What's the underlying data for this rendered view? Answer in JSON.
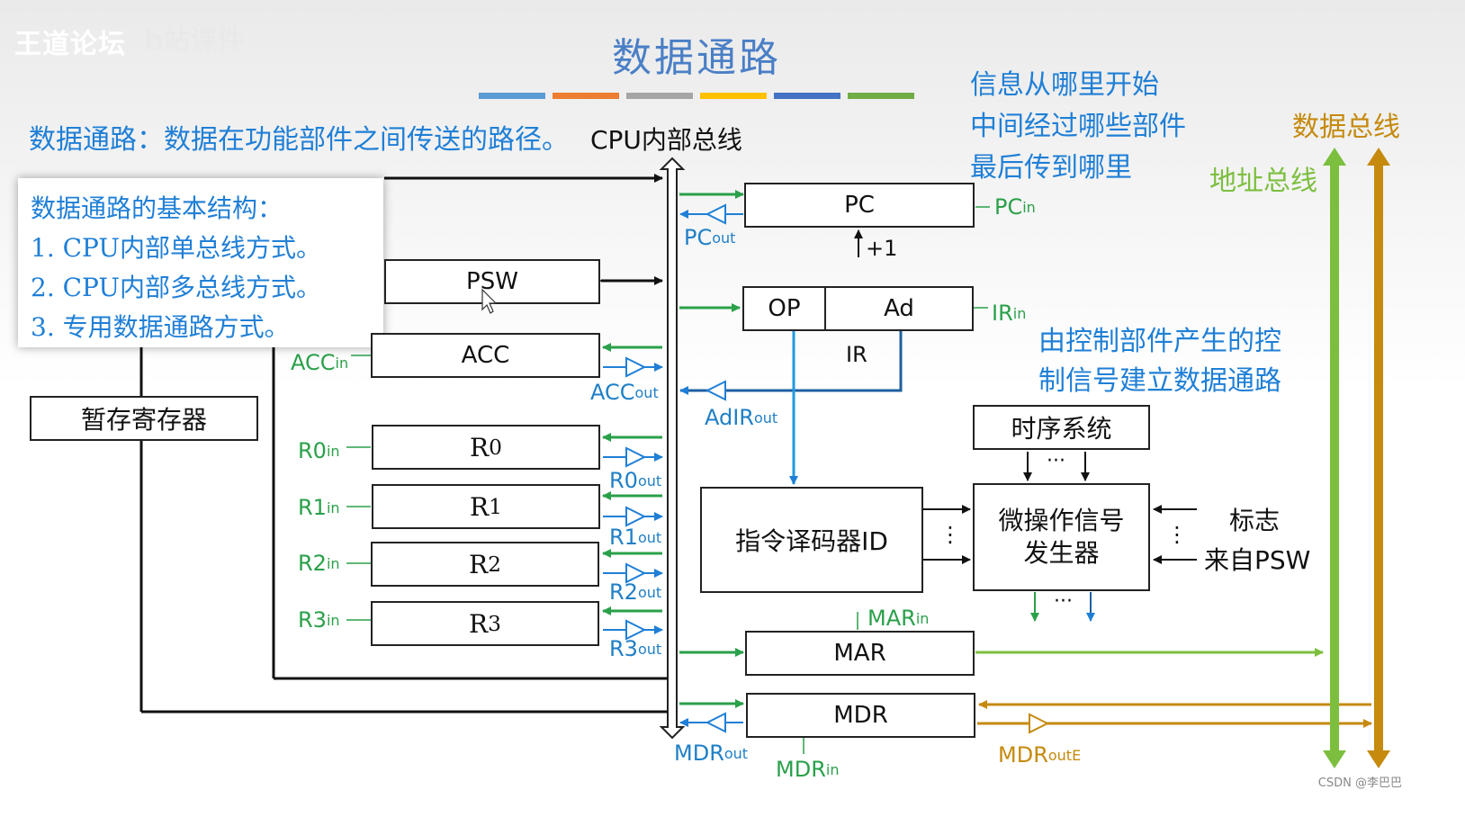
{
  "watermark": {
    "site": "王道论坛",
    "faded": "b站课件"
  },
  "title": "数据通路",
  "title_stripe_colors": [
    "#5b9bd5",
    "#ed7d31",
    "#a5a5a5",
    "#ffc000",
    "#4472c4",
    "#70ad47"
  ],
  "definition": "数据通路：数据在功能部件之间传送的路径。",
  "cpu_bus_label": "CPU内部总线",
  "info_lines": [
    "信息从哪里开始",
    "中间经过哪些部件",
    "最后传到哪里"
  ],
  "data_bus_label": "数据总线",
  "address_bus_label": "地址总线",
  "structure_card": {
    "heading": "数据通路的基本结构：",
    "items": [
      "1.   CPU内部单总线方式。",
      "2.   CPU内部多总线方式。",
      "3.   专用数据通路方式。"
    ]
  },
  "registers": {
    "pc": "PC",
    "psw": "PSW",
    "acc": "ACC",
    "temp": "暂存寄存器",
    "r0": "R",
    "r0_sub": "0",
    "r1": "R",
    "r1_sub": "1",
    "r2": "R",
    "r2_sub": "2",
    "r3": "R",
    "r3_sub": "3",
    "op": "OP",
    "ad": "Ad",
    "ir": "IR",
    "mar": "MAR",
    "mdr": "MDR"
  },
  "units": {
    "decoder": "指令译码器ID",
    "timing": "时序系统",
    "micro_gen_line1": "微操作信号",
    "micro_gen_line2": "发生器"
  },
  "signals": {
    "pc_in": "PC",
    "pc_in_sub": "in",
    "pc_out": "PC",
    "pc_out_sub": "out",
    "plus_one": "+1",
    "ir_in": "IR",
    "ir_in_sub": "in",
    "ad_ir_out": "AdIR",
    "ad_ir_out_sub": "out",
    "acc_in": "ACC",
    "acc_in_sub": "in",
    "acc_out": "ACC",
    "acc_out_sub": "out",
    "r0_in": "R0",
    "r0_in_sub": "in",
    "r0_out": "R0",
    "r0_out_sub": "out",
    "r1_in": "R1",
    "r1_in_sub": "in",
    "r1_out": "R1",
    "r1_out_sub": "out",
    "r2_in": "R2",
    "r2_in_sub": "in",
    "r2_out": "R2",
    "r2_out_sub": "out",
    "r3_in": "R3",
    "r3_in_sub": "in",
    "r3_out": "R3",
    "r3_out_sub": "out",
    "mar_in": "MAR",
    "mar_in_sub": "in",
    "mdr_out": "MDR",
    "mdr_out_sub": "out",
    "mdr_in": "MDR",
    "mdr_in_sub": "in",
    "mdr_out_e": "MDR",
    "mdr_out_e_sub": "outE"
  },
  "control_note": [
    "由控制部件产生的控",
    "制信号建立数据通路"
  ],
  "flag_label": "标志",
  "from_psw": "来自PSW",
  "ellipsis_h": "···",
  "ellipsis_v": "⋮",
  "credit": "CSDN @李巴巴",
  "colors": {
    "green": "#2aa04a",
    "blue": "#1f7fd6",
    "address_bus": "#7cbf3f",
    "data_bus": "#c58a0e"
  }
}
